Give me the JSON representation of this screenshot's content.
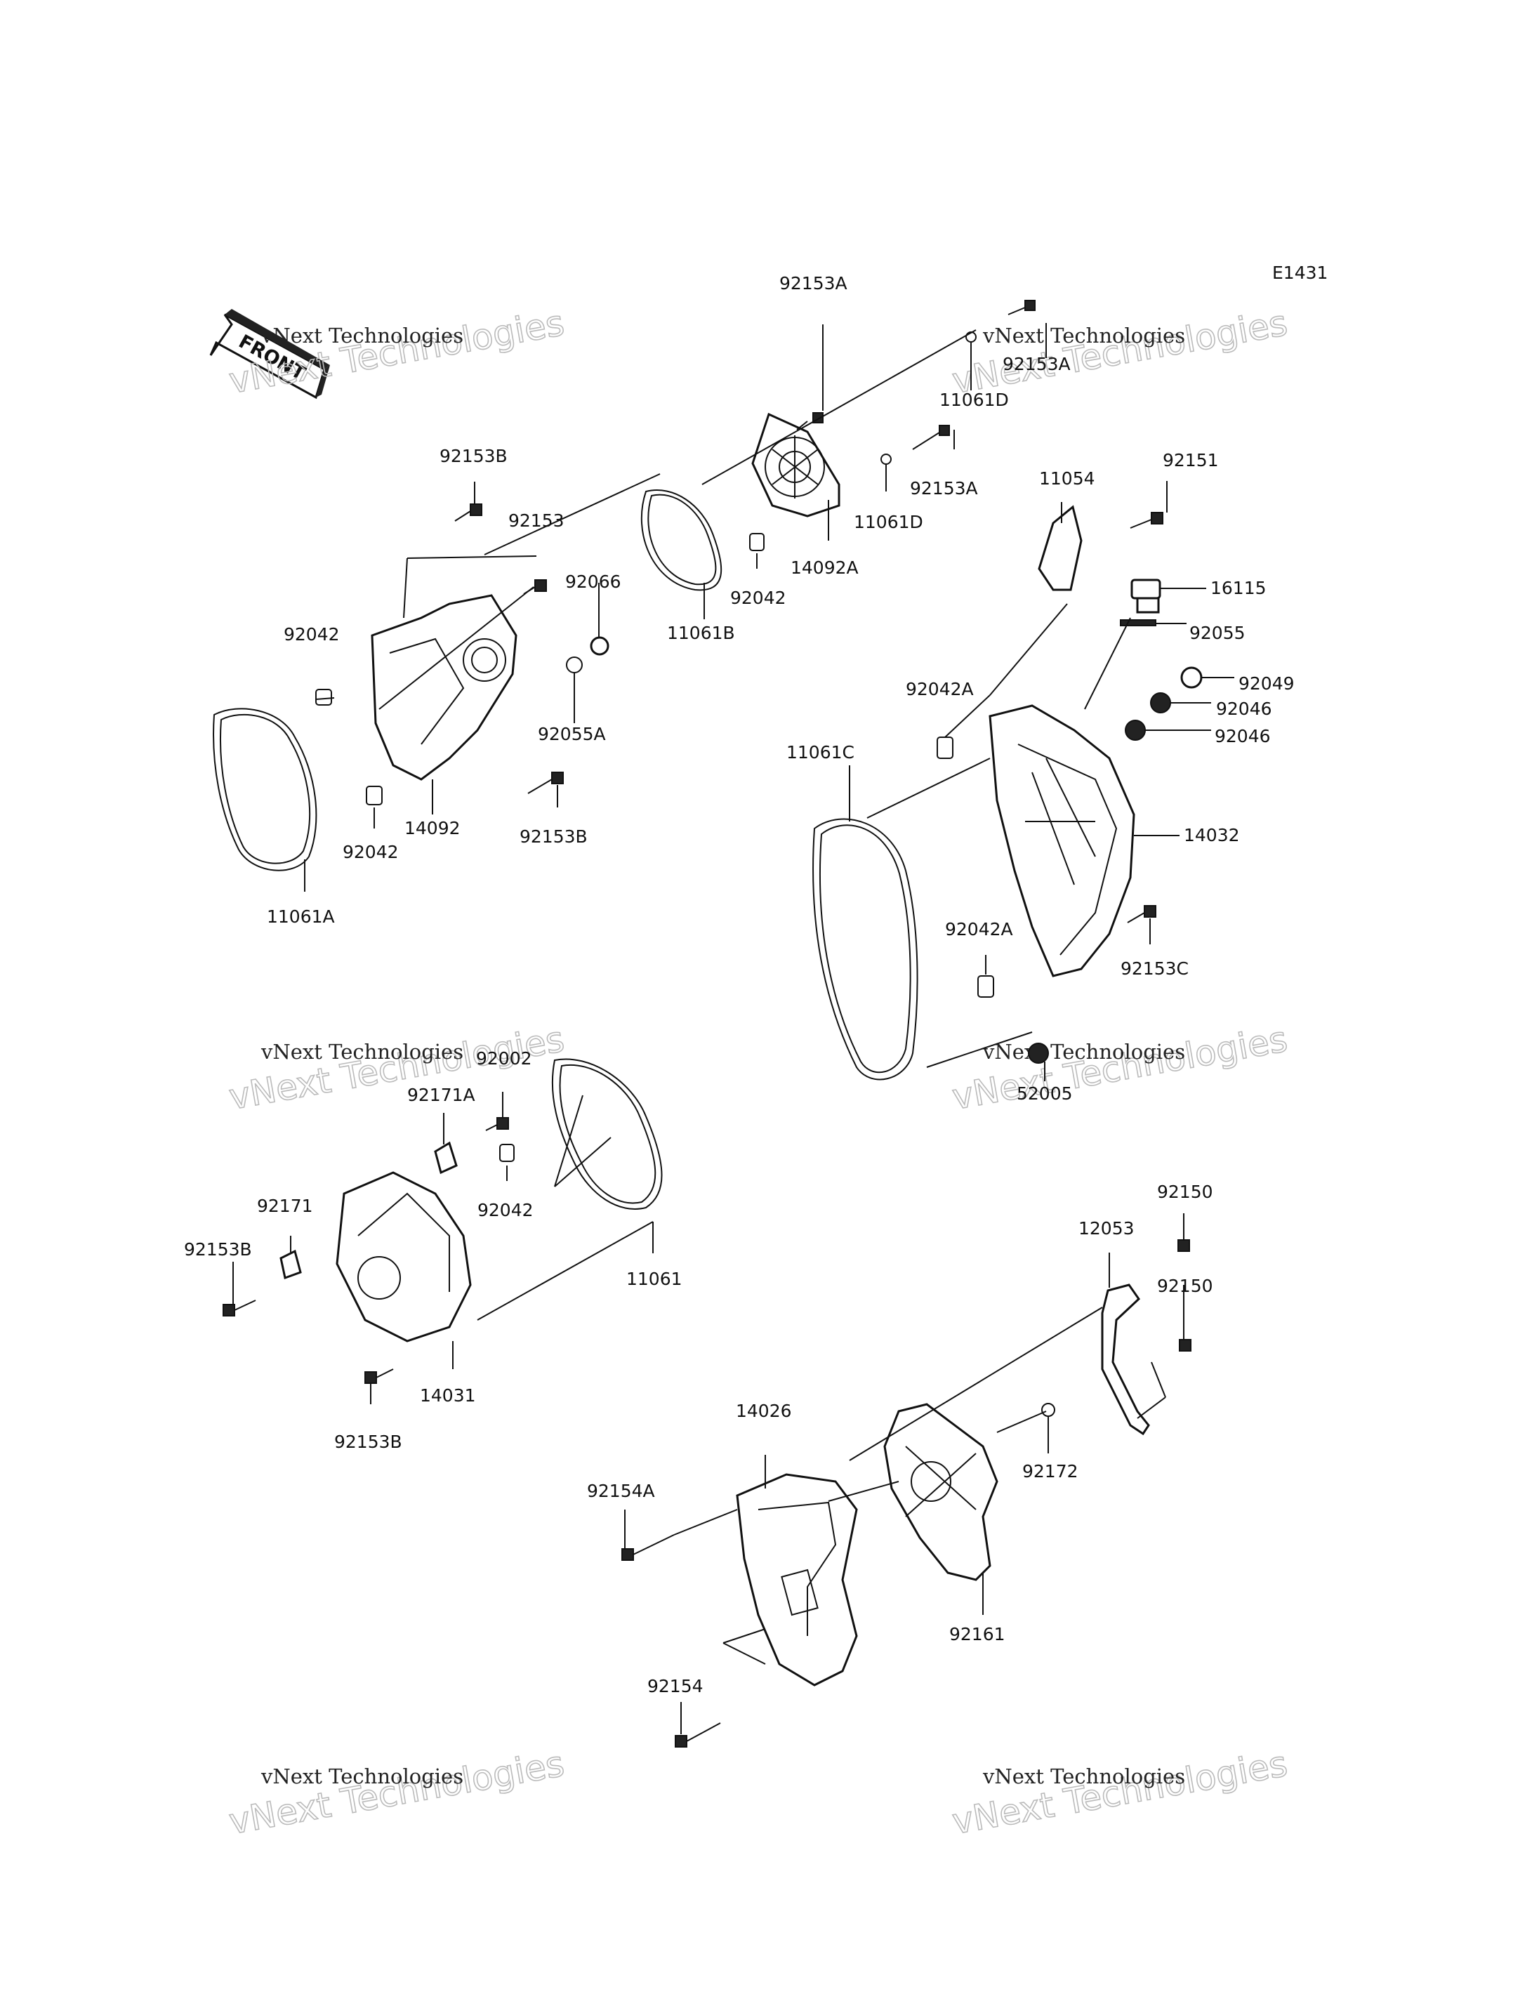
{
  "diagram_code": "E1431",
  "front_label": "FRONT",
  "watermark_line1": "vNext Technologies",
  "watermark_line2": "vNext Technologies",
  "labels": {
    "p92153A_top": "92153A",
    "p92153A_topright": "92153A",
    "p11061D_top": "11061D",
    "p92153A_mid": "92153A",
    "p11061D_mid": "11061D",
    "p14092A": "14092A",
    "p92042_a": "92042",
    "p11061B": "11061B",
    "p92153B_top": "92153B",
    "p92153": "92153",
    "p92066": "92066",
    "p92042_b": "92042",
    "p92055A": "92055A",
    "p14092": "14092",
    "p92042_c": "92042",
    "p92153B_mid": "92153B",
    "p11061A": "11061A",
    "p11054": "11054",
    "p92151": "92151",
    "p16115": "16115",
    "p92055": "92055",
    "p92049": "92049",
    "p92046_a": "92046",
    "p92046_b": "92046",
    "p92042A_a": "92042A",
    "p11061C": "11061C",
    "p14032": "14032",
    "p92042A_b": "92042A",
    "p92153C": "92153C",
    "p52005": "52005",
    "p92002": "92002",
    "p92171A": "92171A",
    "p92042_d": "92042",
    "p11061": "11061",
    "p92171": "92171",
    "p92153B_low": "92153B",
    "p14031": "14031",
    "p92153B_bottom": "92153B",
    "p92150_a": "92150",
    "p12053": "12053",
    "p92150_b": "92150",
    "p14026": "14026",
    "p92172": "92172",
    "p92154A": "92154A",
    "p92161": "92161",
    "p92154": "92154"
  }
}
